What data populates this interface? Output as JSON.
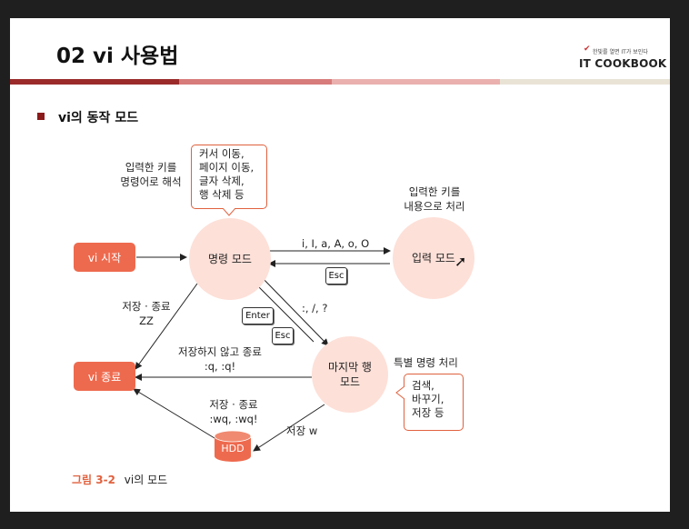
{
  "slide": {
    "title": "02 vi 사용법",
    "logo_tagline": "한빛를 열면 IT가 보인다",
    "logo_text": "IT COOKBOOK",
    "section_title": "vi의 동작 모드",
    "bar_colors": [
      "#9b2a2a",
      "#d77b7b",
      "#e9b0ae",
      "#e9e3d6"
    ],
    "accent_color": "#ee6a4e"
  },
  "diagram": {
    "nodes": {
      "command_mode": "명령 모드",
      "input_mode": "입력 모드",
      "last_line_mode": [
        "마지막 행",
        "모드"
      ],
      "vi_start": "vi 시작",
      "vi_end": "vi 종료",
      "hdd": "HDD"
    },
    "command_mode_note": [
      "커서 이동,",
      "페이지 이동,",
      "글자 삭제,",
      "행 삭제 등"
    ],
    "command_mode_desc": [
      "입력한 키를",
      "명령어로 해석"
    ],
    "input_mode_desc": [
      "입력한 키를",
      "내용으로 처리"
    ],
    "last_line_desc": "특별 명령 처리",
    "last_line_note": [
      "검색,",
      "바꾸기,",
      "저장 등"
    ],
    "edges": {
      "to_input": "i, I, a, A, o, O",
      "esc_from_input": "Esc",
      "to_last_line": ":, /, ?",
      "enter_key": "Enter",
      "esc_from_last_line": "Esc",
      "save_quit_zz": [
        "저장 · 종료",
        "ZZ"
      ],
      "quit_no_save": [
        "저장하지 않고 종료",
        ":q, :q!"
      ],
      "save_quit_wq": [
        "저장 · 종료",
        ":wq, :wq!"
      ],
      "save_w": "저장 w"
    },
    "caption_num": "그림 3-2",
    "caption_text": "vi의 모드"
  }
}
